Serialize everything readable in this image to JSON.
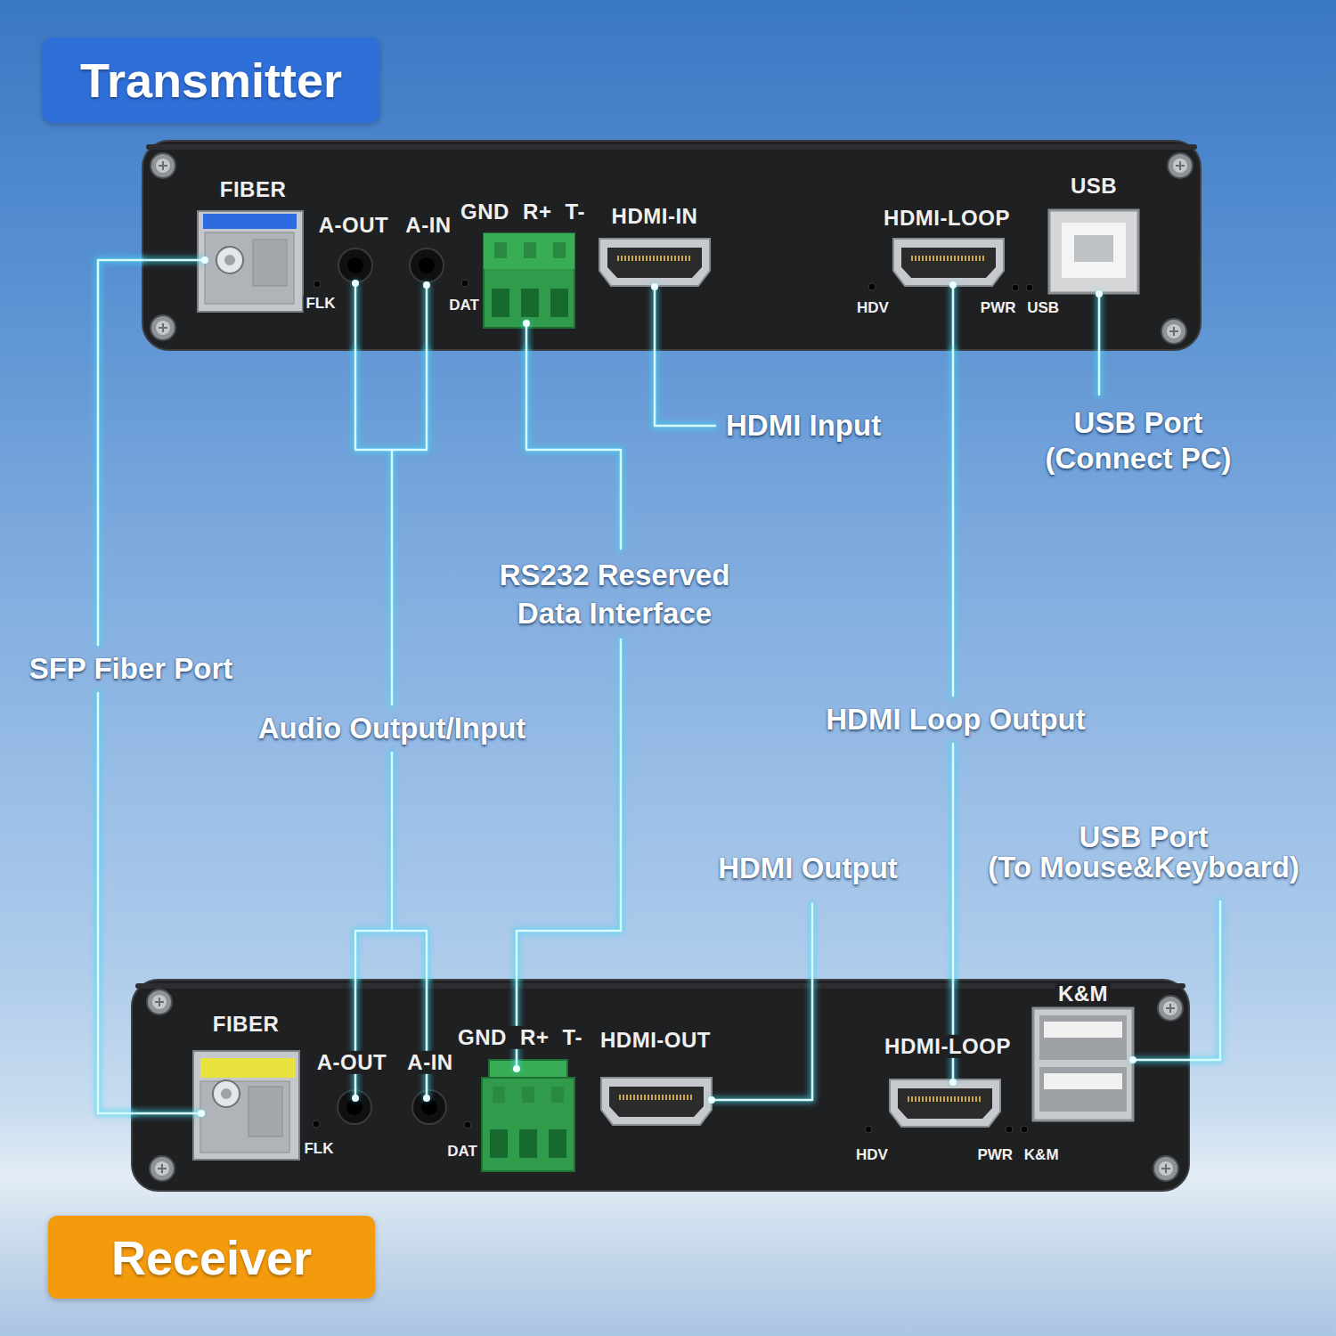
{
  "diagram": {
    "nodes": [
      {
        "text": [
          "Transmitter"
        ]
      },
      {
        "text": [
          "FIBER",
          "A-OUT",
          "A-IN",
          "GND R+ T-",
          "HDMI-IN",
          "HDMI-LOOP",
          "USB",
          "FLK",
          "DAT",
          "HDV",
          "PWR USB"
        ]
      },
      {
        "text": [
          "FIBER",
          "A-OUT",
          "A-IN",
          "GND R+ T-",
          "HDMI-OUT",
          "HDMI-LOOP",
          "K&M",
          "FLK",
          "DAT",
          "HDV",
          "PWR K&M"
        ]
      },
      {
        "text": [
          "Receiver"
        ]
      }
    ],
    "edges": [
      {
        "from": 1,
        "to": 2,
        "arrow": "none",
        "label": "SFP Fiber Port"
      },
      {
        "from": 1,
        "to": 2,
        "arrow": "none",
        "label": "Audio Output/Input"
      },
      {
        "from": 1,
        "to": 2,
        "arrow": "none",
        "label": "RS232 Reserved Data Interface"
      },
      {
        "from": 1,
        "to": 2,
        "arrow": "none",
        "label": "HDMI Loop Output"
      }
    ],
    "labels": [
      "HDMI Input",
      "USB Port (Connect PC)",
      "HDMI Output",
      "USB Port (To Mouse&Keyboard)"
    ]
  }
}
